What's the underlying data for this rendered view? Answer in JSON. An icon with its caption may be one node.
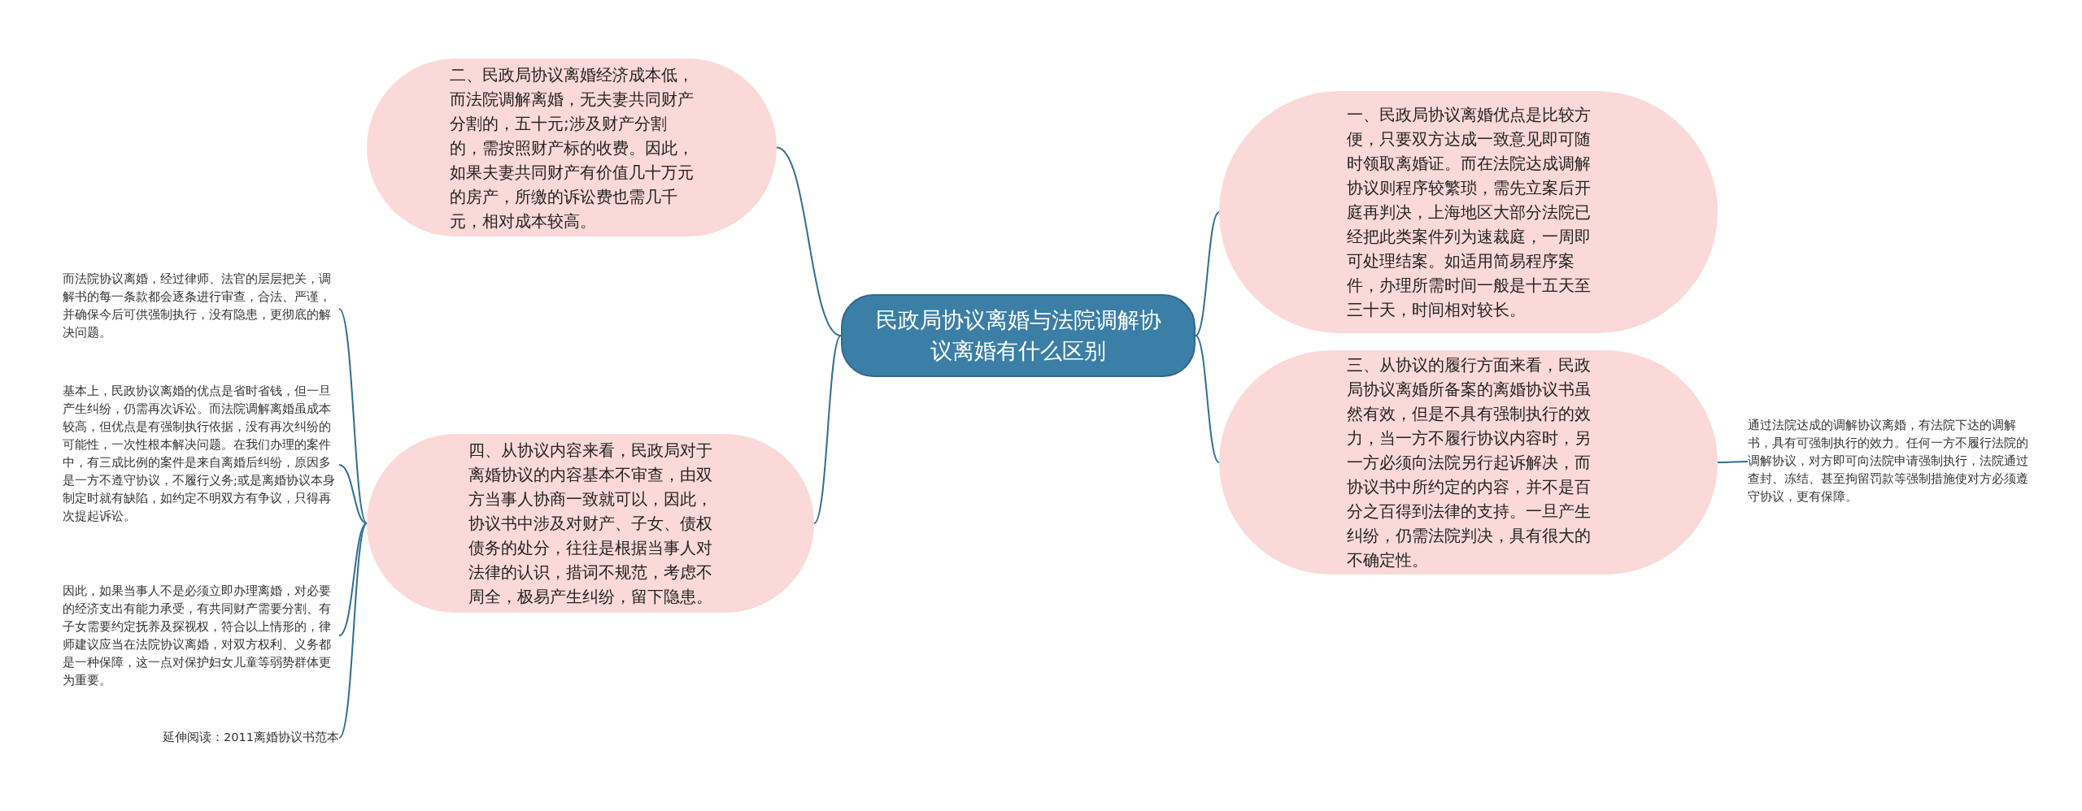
{
  "diagram": {
    "nodes": [
      {
        "text": [
          "民政局协议离婚与法院调解协议离婚有什么区别"
        ]
      },
      {
        "text": [
          "二、民政局协议离婚经济成本低，而法院调解离婚，无夫妻共同财产分割的，五十元;涉及财产分割的，需按照财产标的收费。因此，如果夫妻共同财产有价值几十万元的房产，所缴的诉讼费也需几千元，相对成本较高。"
        ]
      },
      {
        "text": [
          "一、民政局协议离婚优点是比较方便，只要双方达成一致意见即可随时领取离婚证。而在法院达成调解协议则程序较繁琐，需先立案后开庭再判决，上海地区大部分法院已经把此类案件列为速裁庭，一周即可处理结案。如适用简易程序案件，办理所需时间一般是十五天至三十天，时间相对较长。"
        ]
      },
      {
        "text": [
          "三、从协议的履行方面来看，民政局协议离婚所备案的离婚协议书虽然有效，但是不具有强制执行的效力，当一方不履行协议内容时，另一方必须向法院另行起诉解决，而协议书中所约定的内容，并不是百分之百得到法律的支持。一旦产生纠纷，仍需法院判决，具有很大的不确定性。"
        ]
      },
      {
        "text": [
          "通过法院达成的调解协议离婚，有法院下达的调解书，具有可强制执行的效力。任何一方不履行法院的调解协议，对方即可向法院申请强制执行，法院通过查封、冻结、甚至拘留罚款等强制措施使对方必须遵守协议，更有保障。"
        ]
      },
      {
        "text": [
          "四、从协议内容来看，民政局对于离婚协议的内容基本不审查，由双方当事人协商一致就可以，因此，协议书中涉及对财产、子女、债权债务的处分，往往是根据当事人对法律的认识，措词不规范，考虑不周全，极易产生纠纷，留下隐患。"
        ]
      },
      {
        "text": [
          "而法院协议离婚，经过律师、法官的层层把关，调解书的每一条款都会逐条进行审查，合法、严谨，并确保今后可供强制执行，没有隐患，更彻底的解决问题。"
        ]
      },
      {
        "text": [
          "基本上，民政协议离婚的优点是省时省钱，但一旦产生纠纷，仍需再次诉讼。而法院调解离婚虽成本较高，但优点是有强制执行依据，没有再次纠纷的可能性，一次性根本解决问题。在我们办理的案件中，有三成比例的案件是来自离婚后纠纷，原因多是一方不遵守协议，不履行义务;或是离婚协议本身制定时就有缺陷，如约定不明双方有争议，只得再次提起诉讼。"
        ]
      },
      {
        "text": [
          "因此，如果当事人不是必须立即办理离婚，对必要的经济支出有能力承受，有共同财产需要分割、有子女需要约定抚养及探视权，符合以上情形的，律师建议应当在法院协议离婚，对双方权利、义务都是一种保障，这一点对保护妇女儿童等弱势群体更为重要。"
        ]
      },
      {
        "text": [
          "延伸阅读：2011离婚协议书范本"
        ]
      }
    ],
    "edges": [
      {
        "from": 0,
        "to": 1,
        "arrow": "none"
      },
      {
        "from": 0,
        "to": 2,
        "arrow": "none"
      },
      {
        "from": 0,
        "to": 3,
        "arrow": "none"
      },
      {
        "from": 3,
        "to": 4,
        "arrow": "none"
      },
      {
        "from": 0,
        "to": 5,
        "arrow": "none"
      },
      {
        "from": 5,
        "to": 6,
        "arrow": "none"
      },
      {
        "from": 5,
        "to": 7,
        "arrow": "none"
      },
      {
        "from": 5,
        "to": 8,
        "arrow": "none"
      },
      {
        "from": 5,
        "to": 9,
        "arrow": "none"
      }
    ]
  }
}
